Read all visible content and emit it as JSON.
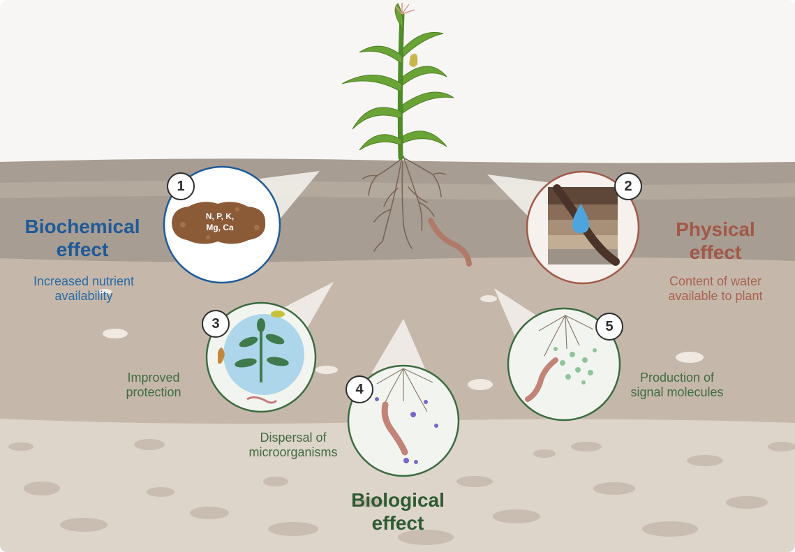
{
  "biochemical": {
    "number": "1",
    "title_line1": "Biochemical",
    "title_line2": "effect",
    "desc_line1": "Increased nutrient",
    "desc_line2": "availability",
    "nutrients_line1": "N, P, K,",
    "nutrients_line2": "Mg, Ca"
  },
  "physical": {
    "number": "2",
    "title_line1": "Physical",
    "title_line2": "effect",
    "desc_line1": "Content of water",
    "desc_line2": "available to plant"
  },
  "protection": {
    "number": "3",
    "label_line1": "Improved",
    "label_line2": "protection"
  },
  "dispersal": {
    "number": "4",
    "label_line1": "Dispersal of",
    "label_line2": "microorganisms"
  },
  "signal": {
    "number": "5",
    "label_line1": "Production of",
    "label_line2": "signal molecules"
  },
  "biological": {
    "title_line1": "Biological",
    "title_line2": "effect"
  },
  "colors": {
    "biochemical": "#1f5a98",
    "physical": "#a25848",
    "biological": "#2e5a32",
    "soil_top": "#a79d92",
    "soil_mid": "#c5b8aa",
    "soil_deep": "#ddd4ca"
  }
}
